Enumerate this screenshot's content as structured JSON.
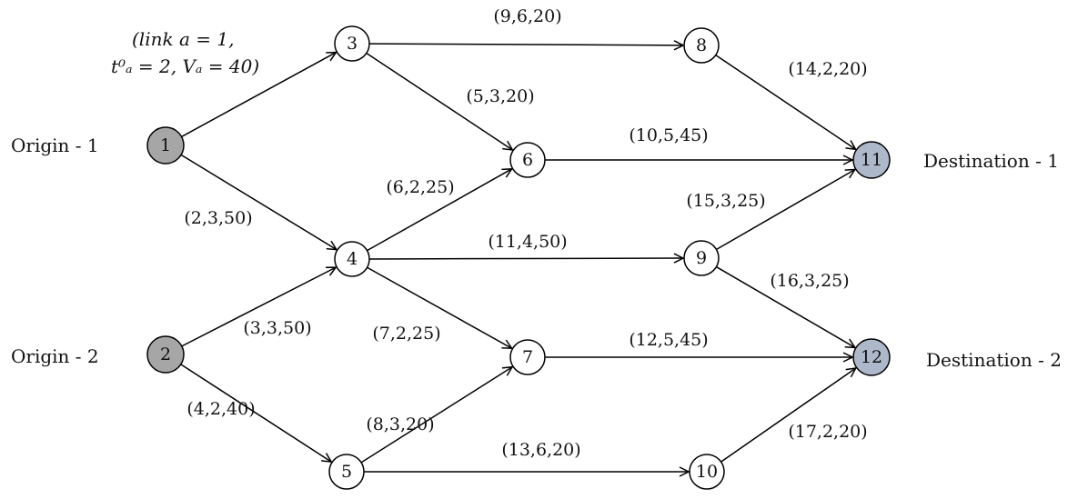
{
  "side_labels": {
    "origin_1": "Origin - 1",
    "origin_2": "Origin - 2",
    "destination_1": "Destination - 1",
    "destination_2": "Destination - 2"
  },
  "annotation": {
    "line1": "(link a = 1,",
    "line2": "t⁰ₐ = 2, Vₐ = 40)"
  },
  "colors": {
    "origin_fill": "#a6a6a6",
    "destination_fill": "#adb9ca",
    "node_fill": "#ffffff",
    "stroke": "#000000"
  },
  "nodes": [
    {
      "id": "1",
      "type": "origin"
    },
    {
      "id": "2",
      "type": "origin"
    },
    {
      "id": "3",
      "type": "intermediate"
    },
    {
      "id": "4",
      "type": "intermediate"
    },
    {
      "id": "5",
      "type": "intermediate"
    },
    {
      "id": "6",
      "type": "intermediate"
    },
    {
      "id": "7",
      "type": "intermediate"
    },
    {
      "id": "8",
      "type": "intermediate"
    },
    {
      "id": "9",
      "type": "intermediate"
    },
    {
      "id": "10",
      "type": "intermediate"
    },
    {
      "id": "11",
      "type": "destination"
    },
    {
      "id": "12",
      "type": "destination"
    }
  ],
  "links": [
    {
      "from": "1",
      "to": "3",
      "label": ""
    },
    {
      "from": "1",
      "to": "4",
      "label": "(2,3,50)"
    },
    {
      "from": "2",
      "to": "4",
      "label": "(3,3,50)"
    },
    {
      "from": "2",
      "to": "5",
      "label": "(4,2,40)"
    },
    {
      "from": "3",
      "to": "6",
      "label": "(5,3,20)"
    },
    {
      "from": "4",
      "to": "6",
      "label": "(6,2,25)"
    },
    {
      "from": "4",
      "to": "7",
      "label": "(7,2,25)"
    },
    {
      "from": "5",
      "to": "7",
      "label": "(8,3,20)"
    },
    {
      "from": "3",
      "to": "8",
      "label": "(9,6,20)"
    },
    {
      "from": "6",
      "to": "11",
      "label": "(10,5,45)"
    },
    {
      "from": "4",
      "to": "9",
      "label": "(11,4,50)"
    },
    {
      "from": "7",
      "to": "12",
      "label": "(12,5,45)"
    },
    {
      "from": "5",
      "to": "10",
      "label": "(13,6,20)"
    },
    {
      "from": "8",
      "to": "11",
      "label": "(14,2,20)"
    },
    {
      "from": "9",
      "to": "11",
      "label": "(15,3,25)"
    },
    {
      "from": "9",
      "to": "12",
      "label": "(16,3,25)"
    },
    {
      "from": "10",
      "to": "12",
      "label": "(17,2,20)"
    }
  ]
}
